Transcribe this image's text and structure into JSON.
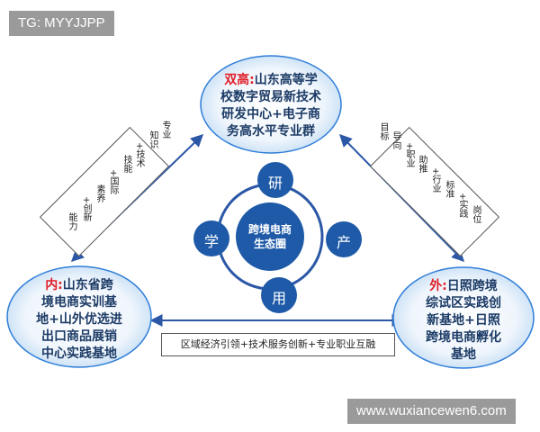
{
  "watermarks": {
    "top_left": "TG: MYYJJPP",
    "bottom_right": "www.wuxiancewen6.com"
  },
  "top_node": {
    "tag": "双高:",
    "lines": [
      "山东高等学",
      "校数字贸易新技术",
      "研发中心+电子商",
      "务高水平专业群"
    ]
  },
  "left_node": {
    "tag": "内:",
    "lines": [
      "山东省跨",
      "境电商实训基",
      "地+山外优选进",
      "出口商品展销",
      "中心实践基地"
    ]
  },
  "right_node": {
    "tag": "外:",
    "lines": [
      "日照跨境",
      "综试区实践创",
      "新基地+日照",
      "跨境电商孵化",
      "基地"
    ]
  },
  "center": {
    "lines": [
      "跨境电商",
      "生态圈"
    ],
    "nodes": {
      "top": "研",
      "left": "学",
      "right": "产",
      "bottom": "用"
    }
  },
  "left_link": {
    "columns": [
      "专业",
      "知识",
      "+技术",
      "技能",
      "+国际",
      "素养",
      "+创新",
      "能力"
    ]
  },
  "right_link": {
    "columns": [
      "目标",
      "导向",
      "+职业",
      "助推",
      "+行业",
      "标准",
      "+实践",
      "岗位"
    ]
  },
  "bottom_link": {
    "text": "区域经济引领+技术服务创新+专业职业互融"
  },
  "colors": {
    "node_fill": "#1e5aa8",
    "big_circle_fill": "#e8f2fb",
    "big_circle_stroke": "#2f7ed8",
    "accent": "#e0202a",
    "title_text": "#1c3b66"
  }
}
